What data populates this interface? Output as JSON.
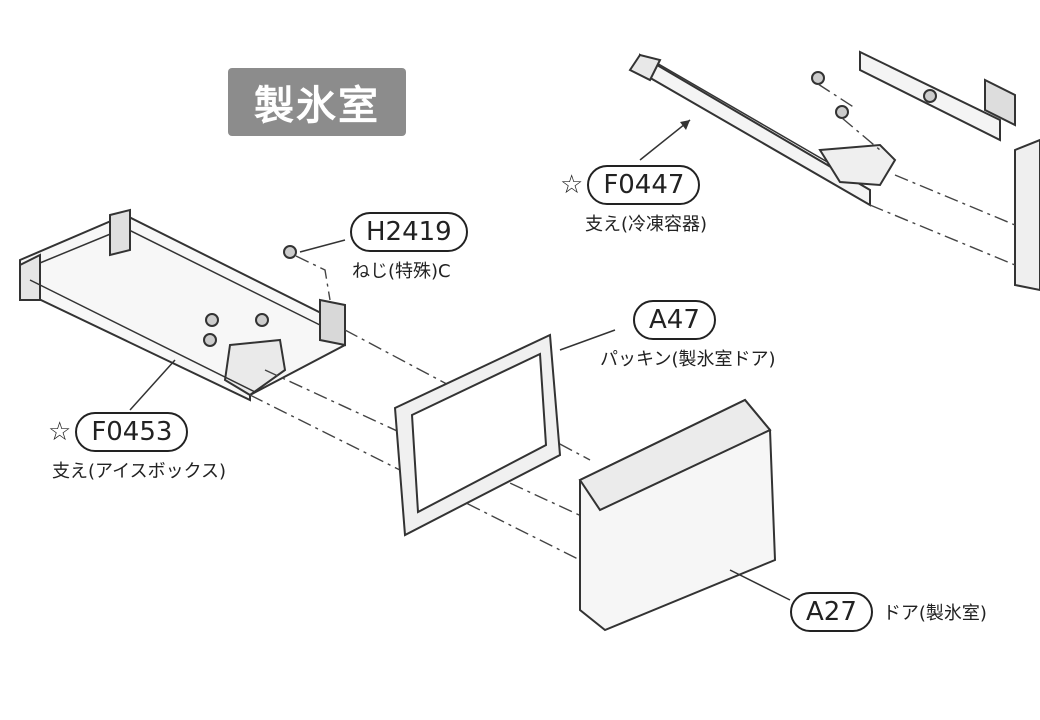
{
  "section_title": "製氷室",
  "parts": {
    "f0447": {
      "star": "☆",
      "code": "F0447",
      "name": "支え(冷凍容器)"
    },
    "h2419": {
      "code": "H2419",
      "name": "ねじ(特殊)C"
    },
    "a47": {
      "code": "A47",
      "name": "パッキン(製氷室ドア)"
    },
    "f0453": {
      "star": "☆",
      "code": "F0453",
      "name": "支え(アイスボックス)"
    },
    "a27": {
      "code": "A27",
      "name": "ドア(製氷室)"
    }
  }
}
